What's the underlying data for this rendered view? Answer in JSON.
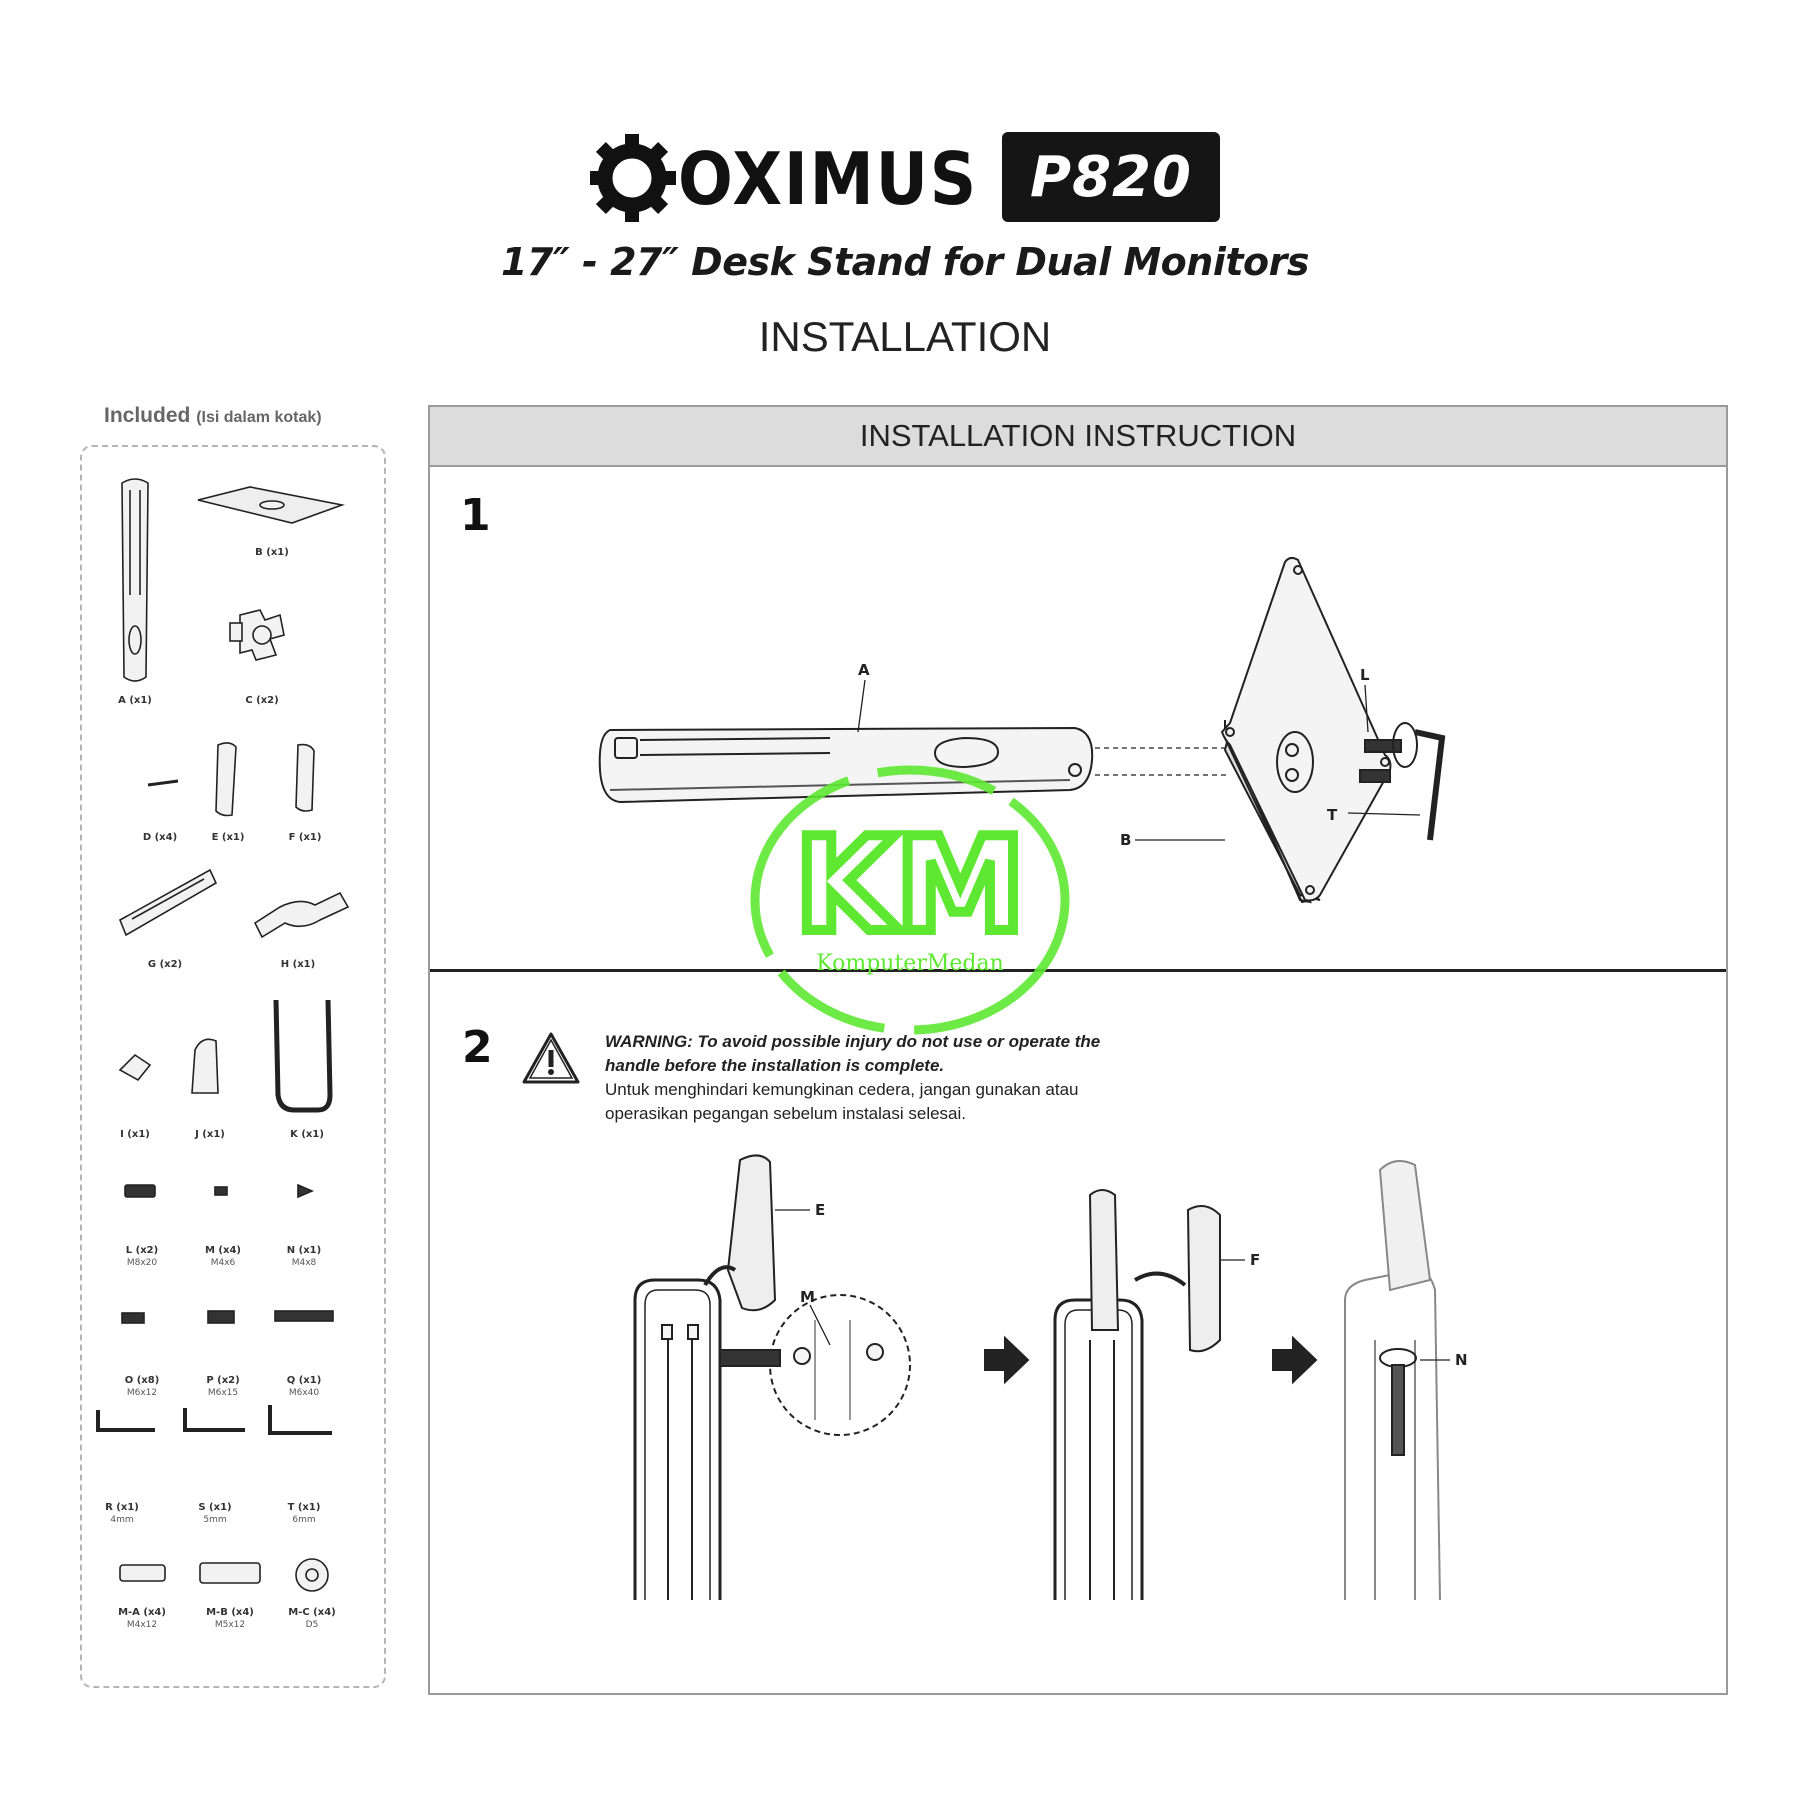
{
  "header": {
    "brand": "OXIMUS",
    "model": "P820",
    "subtitle": "17″ - 27″ Desk Stand for Dual Monitors",
    "section": "INSTALLATION"
  },
  "included": {
    "label": "Included",
    "label_sub": "(Isi dalam kotak)",
    "parts": [
      {
        "label": "A (x1)"
      },
      {
        "label": "B (x1)"
      },
      {
        "label": "C (x2)"
      },
      {
        "label": "D (x4)"
      },
      {
        "label": "E (x1)"
      },
      {
        "label": "F (x1)"
      },
      {
        "label": "G (x2)"
      },
      {
        "label": "H (x1)"
      },
      {
        "label": "I (x1)"
      },
      {
        "label": "J (x1)"
      },
      {
        "label": "K (x1)"
      },
      {
        "label": "L (x2)",
        "size": "M8x20"
      },
      {
        "label": "M (x4)",
        "size": "M4x6"
      },
      {
        "label": "N (x1)",
        "size": "M4x8"
      },
      {
        "label": "O (x8)",
        "size": "M6x12"
      },
      {
        "label": "P (x2)",
        "size": "M6x15"
      },
      {
        "label": "Q (x1)",
        "size": "M6x40"
      },
      {
        "label": "R (x1)",
        "size": "4mm"
      },
      {
        "label": "S (x1)",
        "size": "5mm"
      },
      {
        "label": "T (x1)",
        "size": "6mm"
      },
      {
        "label": "M-A (x4)",
        "size": "M4x12"
      },
      {
        "label": "M-B (x4)",
        "size": "M5x12"
      },
      {
        "label": "M-C (x4)",
        "size": "D5"
      }
    ]
  },
  "instructions": {
    "header": "INSTALLATION INSTRUCTION",
    "step1": {
      "number": "1",
      "callouts": {
        "a": "A",
        "b": "B",
        "l": "L",
        "t": "T"
      }
    },
    "step2": {
      "number": "2",
      "warning_en": "WARNING: To avoid possible injury do not use or operate the handle before the installation is complete.",
      "warning_id": "Untuk menghindari kemungkinan cedera, jangan gunakan atau operasikan pegangan sebelum instalasi selesai.",
      "callouts": {
        "e": "E",
        "m": "M",
        "f": "F",
        "n": "N"
      }
    }
  },
  "watermark": {
    "letters": "KM",
    "text": "KomputerMedan",
    "color": "#5ee832"
  }
}
